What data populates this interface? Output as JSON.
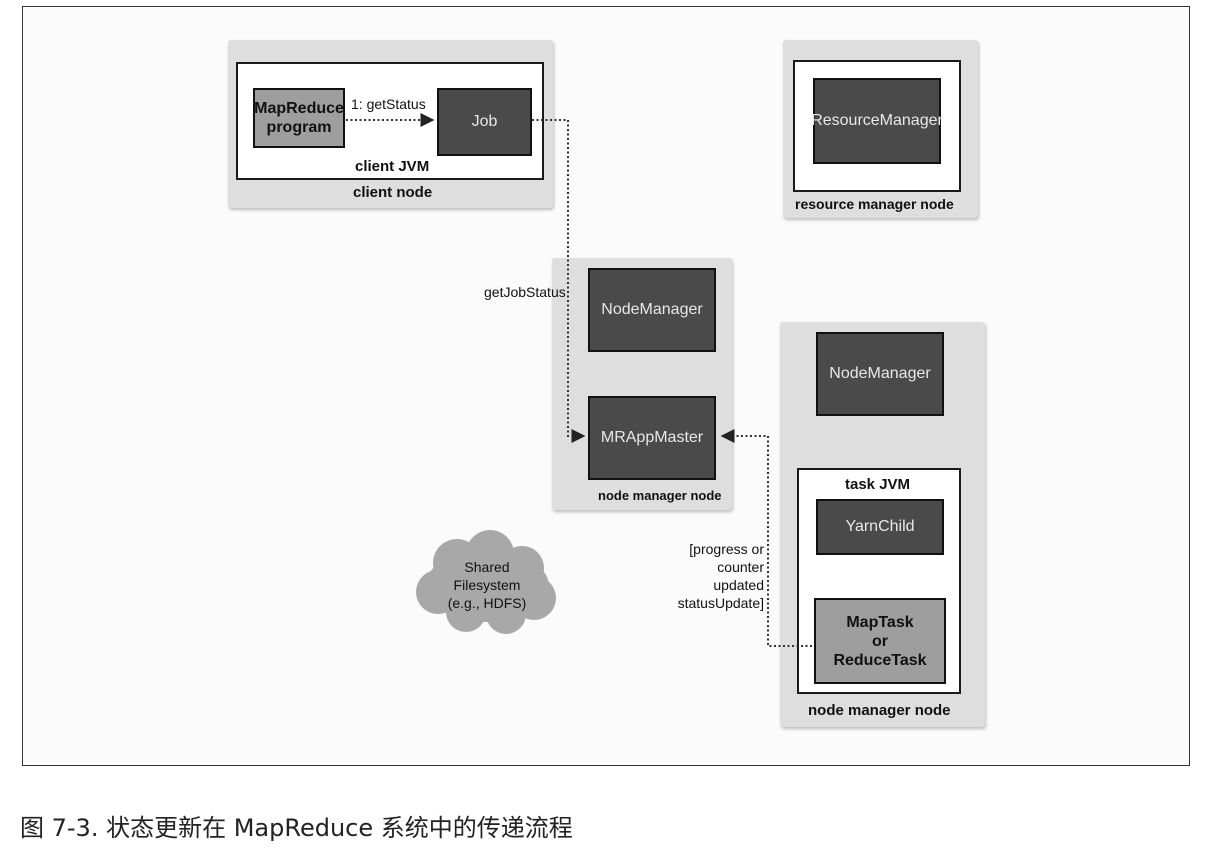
{
  "diagram": {
    "client_node": {
      "node_label": "client node",
      "jvm_label": "client JVM",
      "program_label": "MapReduce\nprogram",
      "job_label": "Job",
      "call_label": "1: getStatus"
    },
    "resource_manager_node": {
      "node_label": "resource manager node",
      "component_label": "ResourceManager"
    },
    "app_master_node": {
      "node_label": "node manager node",
      "nodemanager_label": "NodeManager",
      "appmaster_label": "MRAppMaster",
      "call_label": "getJobStatus"
    },
    "task_node": {
      "node_label": "node manager node",
      "nodemanager_label": "NodeManager",
      "jvm_label": "task JVM",
      "child_label": "YarnChild",
      "task_label": "MapTask\nor\nReduceTask",
      "update_label": "[progress or\ncounter updated\nstatusUpdate]"
    },
    "filesystem_label": "Shared\nFilesystem\n(e.g., HDFS)"
  },
  "caption": "图 7-3. 状态更新在 MapReduce 系统中的传递流程"
}
